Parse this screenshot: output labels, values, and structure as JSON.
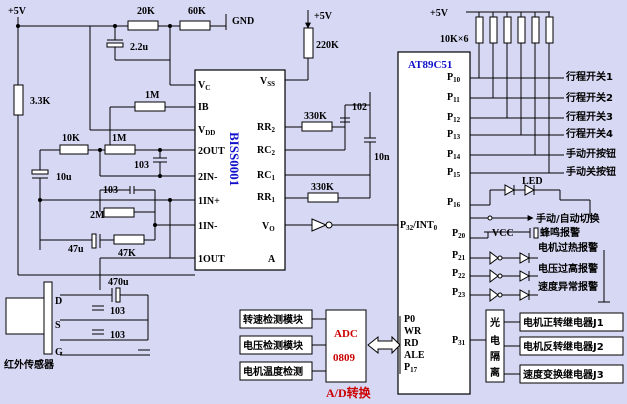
{
  "supply": {
    "vcc_left": "+5V",
    "vcc_mid": "+5V",
    "vcc_right": "+5V",
    "gnd": "GND"
  },
  "components": {
    "r20k_top": "20K",
    "r60k": "60K",
    "c2_2u": "2.2u",
    "r220k": "220K",
    "r3_3k": "3.3K",
    "r1m_ib": "1M",
    "r10k": "10K",
    "r1m_2": "1M",
    "c103_a": "103",
    "c10u": "10u",
    "c103_b": "103",
    "r2m": "2M",
    "c47u": "47u",
    "r47k": "47K",
    "r330k_a": "330K",
    "c102": "102",
    "c10n": "10n",
    "r330k_b": "330K",
    "c470u": "470u",
    "c103_c": "103",
    "c103_d": "103",
    "rpack": "10K×6"
  },
  "biss": {
    "name": "BISS0001",
    "left_pins": [
      "V_C",
      "IB",
      "V_DD",
      "2OUT",
      "2IN-",
      "1IN+",
      "1IN-",
      "1OUT"
    ],
    "right_pins": [
      "V_SS",
      "RR_2",
      "RC_2",
      "RC_1",
      "RR_1",
      "V_O",
      "A"
    ]
  },
  "mcu": {
    "name": "AT89C51",
    "pins": [
      "P_10",
      "P_11",
      "P_12",
      "P_13",
      "P_14",
      "P_15",
      "P_16",
      "P_32/INT_0",
      "P_20",
      "P_21",
      "P_22",
      "P_23",
      "P_31"
    ],
    "port0_pins": [
      "P0",
      "WR",
      "RD",
      "ALE",
      "P_17"
    ]
  },
  "labels": {
    "limit1": "行程开关1",
    "limit2": "行程开关2",
    "limit3": "行程开关3",
    "limit4": "行程开关4",
    "manual_on": "手动开按钮",
    "manual_off": "手动关按钮",
    "led": "LED",
    "manual_auto": "手动/自动切换",
    "buzzer": "蜂鸣报警",
    "vcc": "VCC",
    "overcurrent": "电机过热报警",
    "overvoltage": "电压过高报警",
    "speed_abnormal": "速度异常报警",
    "optocoupler": "光电隔离",
    "relay1": "电机正转继电器J1",
    "relay2": "电机反转继电器J2",
    "relay3": "速度变换继电器J3",
    "speed_module": "转速检测模块",
    "voltage_module": "电压检测模块",
    "temp_module": "电机温度检测",
    "adc_name": "ADC",
    "adc_model": "0809",
    "adc_caption": "A/D转换",
    "ir_sensor": "红外传感器",
    "pin_d": "D",
    "pin_s": "S",
    "pin_g": "G"
  }
}
